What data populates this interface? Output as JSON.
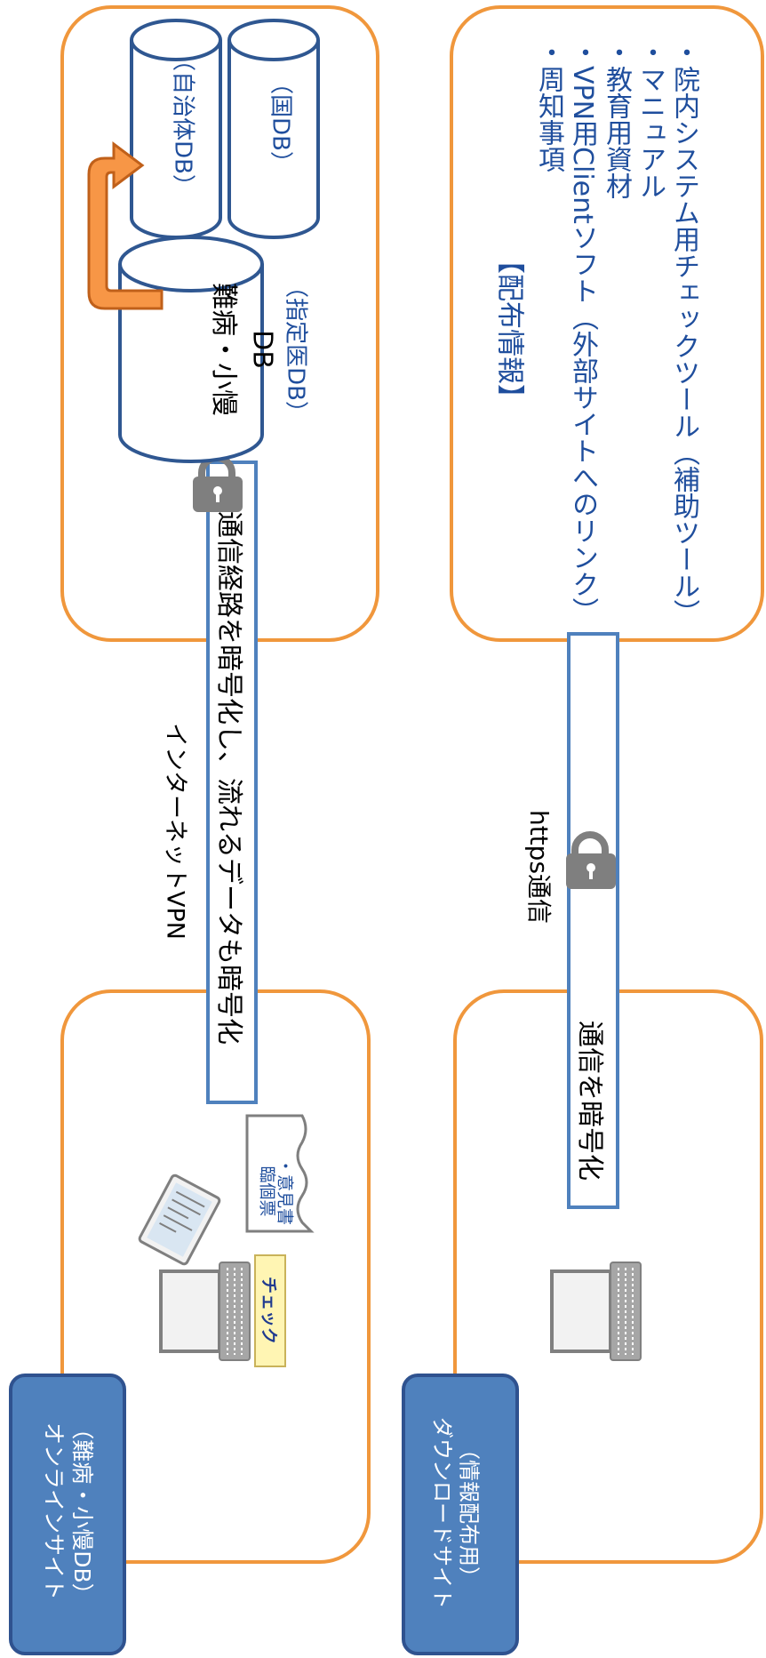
{
  "colors": {
    "orange_border": "#F0973C",
    "blue_tag": "#4F81BD",
    "blue_dark": "#2F528F",
    "blue_text": "#1F4E9D",
    "db_stroke": "#2F5791",
    "arrow_orange": "#F79646",
    "gray": "#7F7F7F"
  },
  "online": {
    "tag_line1": "オンラインサイト",
    "tag_line2": "（難病・小慢DB）",
    "check_label": "チェック",
    "document_line1": "臨個票",
    "document_line2": "・意見書"
  },
  "download": {
    "tag_line1": "ダウンロードサイト",
    "tag_line2": "（情報配布用）"
  },
  "vpn": {
    "title": "インターネットVPN",
    "description": "通信経路を暗号化し、流れるデータも暗号化"
  },
  "https": {
    "title": "https通信",
    "description": "通信を暗号化"
  },
  "databases": {
    "main_line1": "難病・小慢",
    "main_line2": "DB",
    "main_sub": "（指定医DB）",
    "municipal": "（自治体DB）",
    "national": "（国DB）"
  },
  "distribution": {
    "heading": "【配布情報】",
    "items": [
      "・院内システム用チェックツール（補助ツール）",
      "・マニュアル",
      "・教育用資材",
      "・VPN用Clientソフト（外部サイトへのリンク）",
      "・周知事項"
    ]
  }
}
